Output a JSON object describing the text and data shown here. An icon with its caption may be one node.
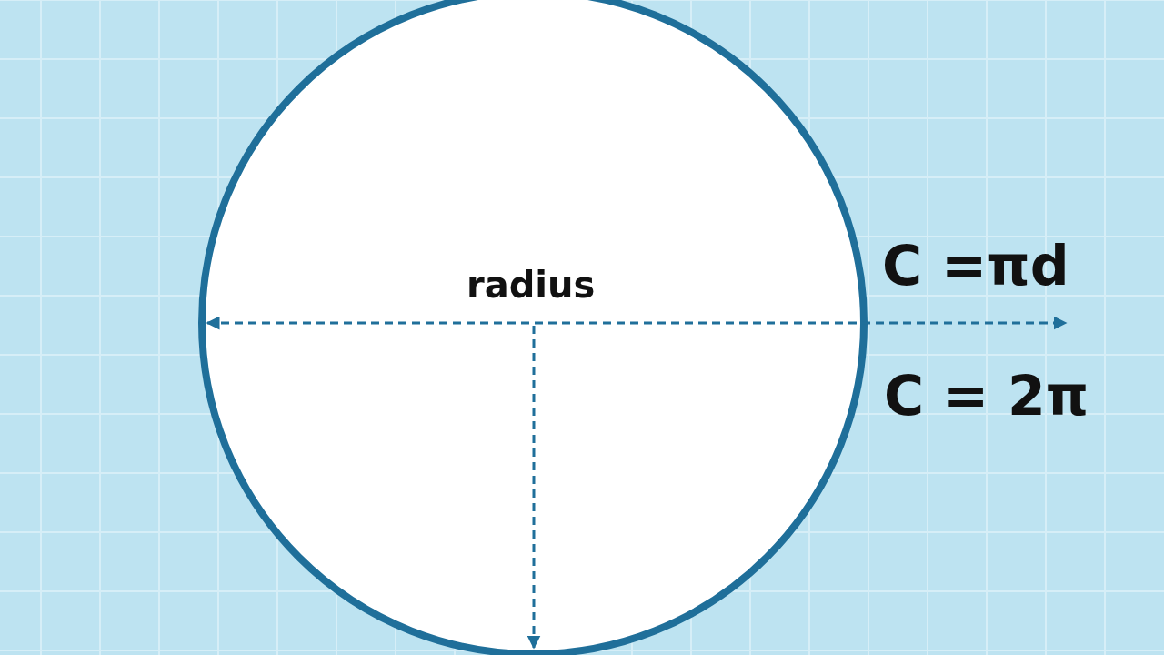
{
  "diagram": {
    "nodes": [
      {
        "text": [
          "radius"
        ]
      }
    ],
    "labels": [
      "C =πd",
      "C = 2π"
    ]
  }
}
